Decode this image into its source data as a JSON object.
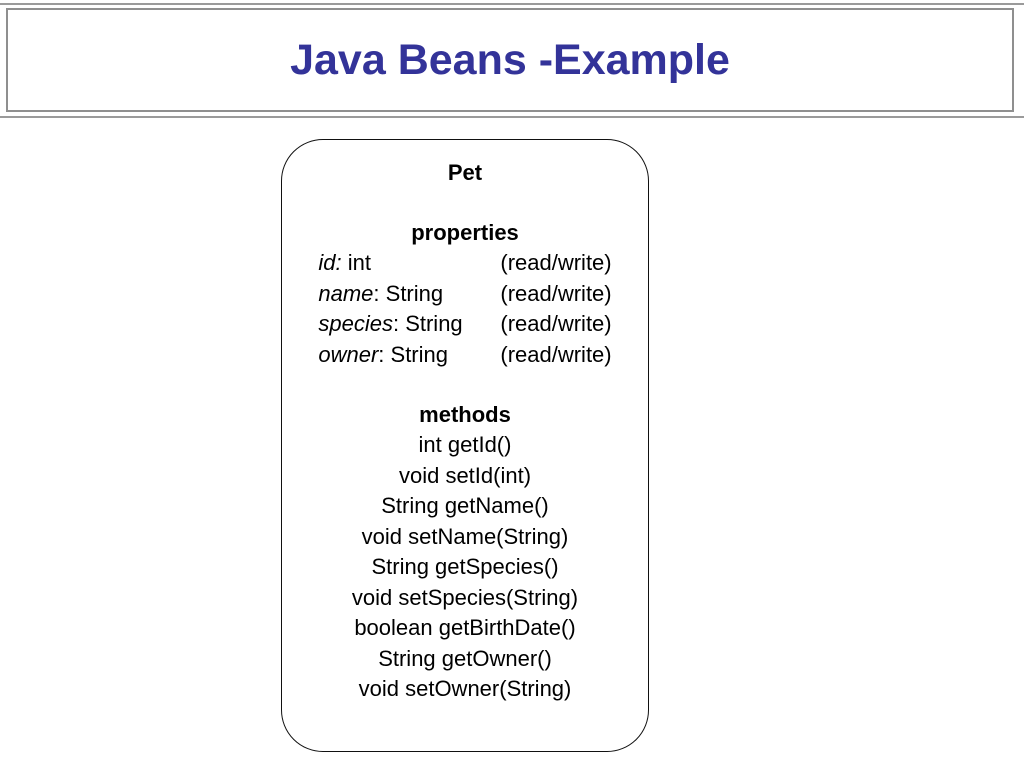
{
  "slide": {
    "title": "Java Beans -Example",
    "title_color": "#333399",
    "frame_border_color": "#8f8f8f",
    "rule_color": "#9a9a9a",
    "background": "#ffffff"
  },
  "class_box": {
    "class_name": "Pet",
    "outline_color": "#111111",
    "properties_heading": "properties",
    "properties": [
      {
        "name": "id:",
        "colon_italic": true,
        "type": " int",
        "access": "(read/write)"
      },
      {
        "name": "name",
        "colon_italic": false,
        "type": ": String",
        "access": "(read/write)"
      },
      {
        "name": "species",
        "colon_italic": false,
        "type": ": String",
        "access": "(read/write)"
      },
      {
        "name": "owner",
        "colon_italic": false,
        "type": ": String",
        "access": "(read/write)"
      }
    ],
    "methods_heading": "methods",
    "methods": [
      "int getId()",
      "void setId(int)",
      "String getName()",
      "void setName(String)",
      "String getSpecies()",
      "void setSpecies(String)",
      "boolean getBirthDate()",
      "String getOwner()",
      "void setOwner(String)"
    ]
  }
}
